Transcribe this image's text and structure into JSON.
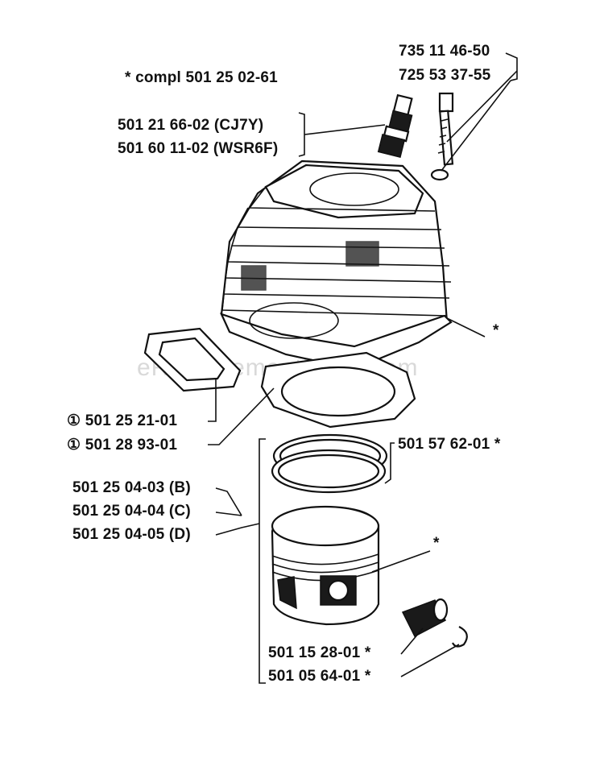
{
  "watermark": "eReplacementParts.com",
  "labels": {
    "compl": "* compl 501 25 02-61",
    "plug_a": "501 21 66-02 (CJ7Y)",
    "plug_b": "501 60 11-02 (WSR6F)",
    "screw_a": "735 11 46-50",
    "screw_b": "725 53 37-55",
    "cylinder_star": "*",
    "gasket_a": "① 501 25 21-01",
    "gasket_b": "① 501 28 93-01",
    "rings": "501 57 62-01 *",
    "piston_b": "501 25 04-03 (B)",
    "piston_c": "501 25 04-04 (C)",
    "piston_d": "501 25 04-05 (D)",
    "piston_star": "*",
    "bearing": "501 15 28-01 *",
    "circlip": "501 05 64-01 *"
  }
}
